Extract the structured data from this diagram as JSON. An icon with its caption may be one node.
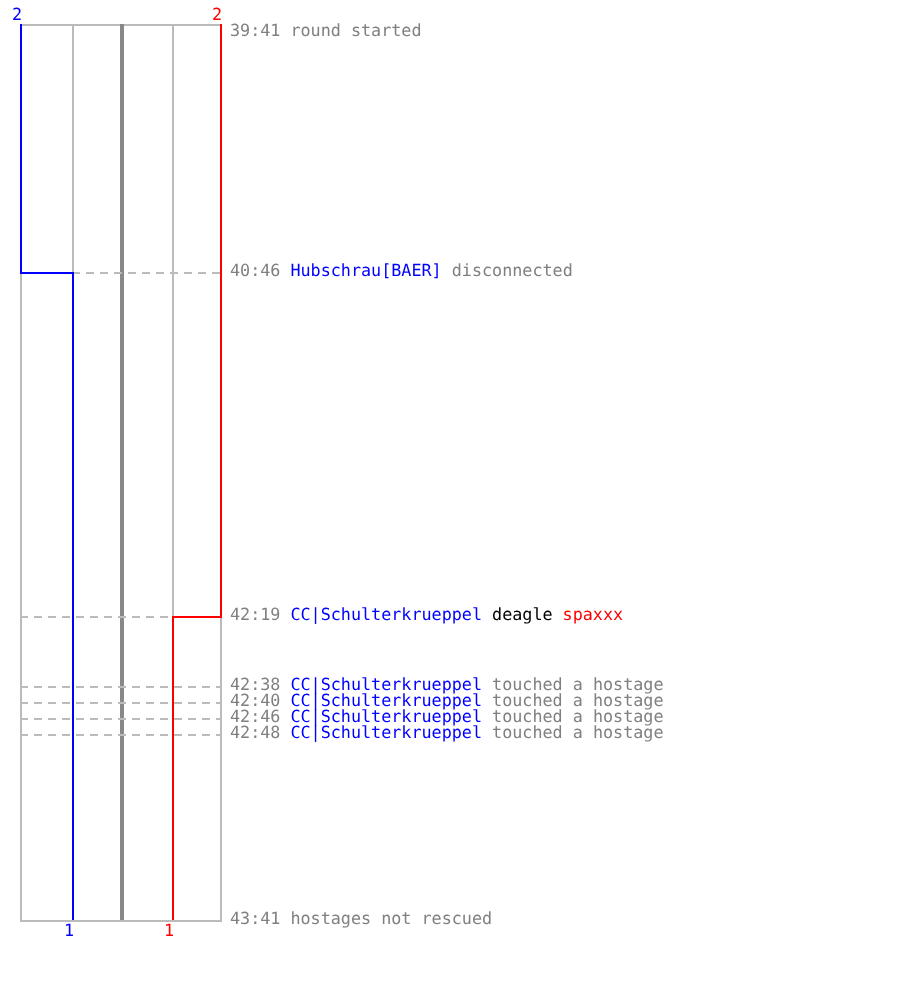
{
  "diagram": {
    "labels": [
      "2",
      "2",
      "39:41",
      "round started",
      "40:46",
      "Hubschrau[BAER]",
      "disconnected",
      "42:19",
      "CC|Schulterkrueppel",
      "deagle",
      "spaxxx",
      "42:38",
      "CC|Schulterkrueppel",
      "touched a hostage",
      "42:40",
      "CC|Schulterkrueppel",
      "touched a hostage",
      "42:46",
      "CC|Schulterkrueppel",
      "touched a hostage",
      "42:48",
      "CC|Schulterkrueppel",
      "touched a hostage",
      "1",
      "1",
      "43:41",
      "hostages not rescued"
    ]
  }
}
